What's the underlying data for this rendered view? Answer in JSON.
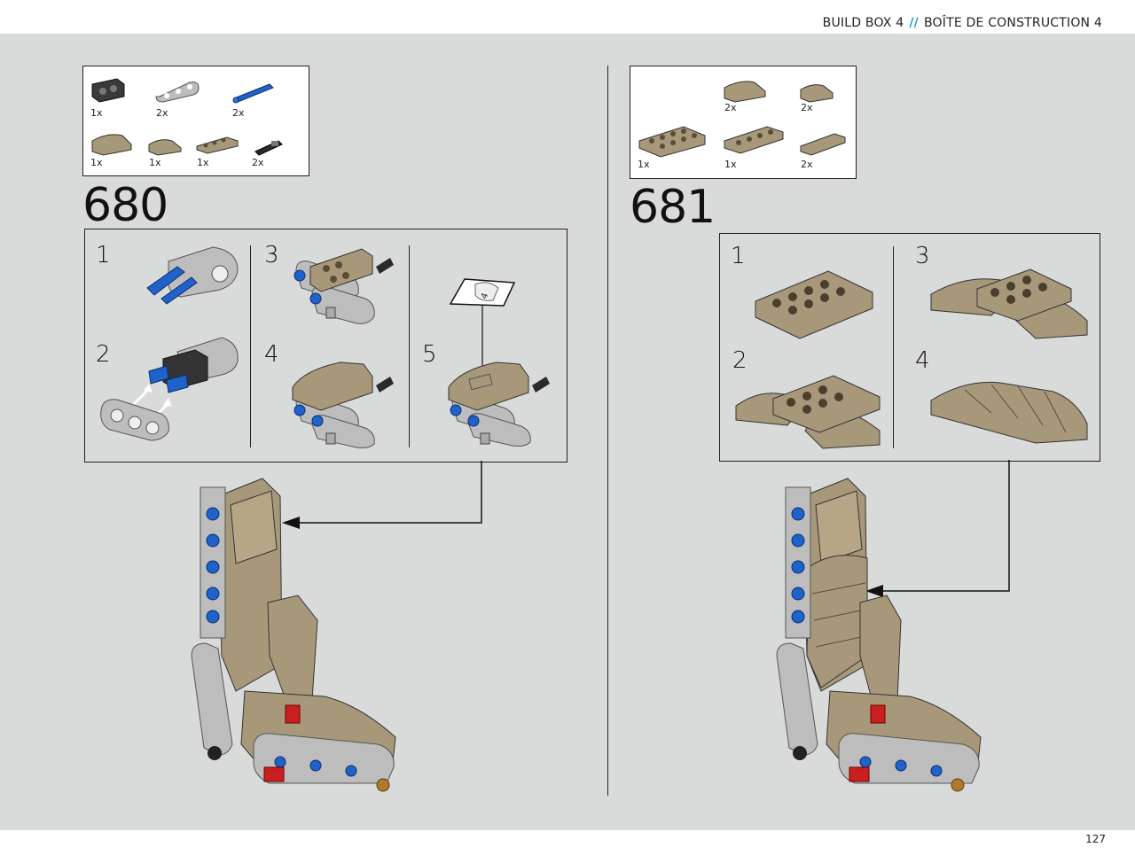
{
  "header": {
    "title_en": "BUILD BOX 4",
    "separator": "//",
    "title_fr": "BOÎTE DE CONSTRUCTION 4"
  },
  "page_number": "127",
  "steps": [
    {
      "number": "680",
      "parts": [
        {
          "name": "black-technic-brick-2-holes",
          "qty": "1x"
        },
        {
          "name": "gray-technic-beam-3",
          "qty": "2x"
        },
        {
          "name": "blue-technic-pin-long",
          "qty": "2x"
        },
        {
          "name": "tan-curved-slope-2x2",
          "qty": "1x"
        },
        {
          "name": "tan-curved-slope-1x2",
          "qty": "1x"
        },
        {
          "name": "tan-plate-1x4",
          "qty": "1x"
        },
        {
          "name": "black-technic-pin-axle",
          "qty": "2x"
        }
      ],
      "substeps": [
        "1",
        "2",
        "3",
        "4",
        "5"
      ],
      "sticker_label": "4"
    },
    {
      "number": "681",
      "parts": [
        {
          "name": "tan-curved-slope-2x2",
          "qty": "2x"
        },
        {
          "name": "tan-curved-slope-1x2",
          "qty": "2x"
        },
        {
          "name": "tan-plate-2x4",
          "qty": "1x"
        },
        {
          "name": "tan-plate-1x4",
          "qty": "1x"
        },
        {
          "name": "tan-tile-1x4",
          "qty": "2x"
        }
      ],
      "substeps": [
        "1",
        "2",
        "3",
        "4"
      ]
    }
  ],
  "colors": {
    "background": "#d9dada",
    "tan": "#a8987a",
    "gray": "#b9b9b9",
    "blue": "#1f62c9",
    "red": "#c91f1f",
    "accent": "#1e9ad6"
  }
}
